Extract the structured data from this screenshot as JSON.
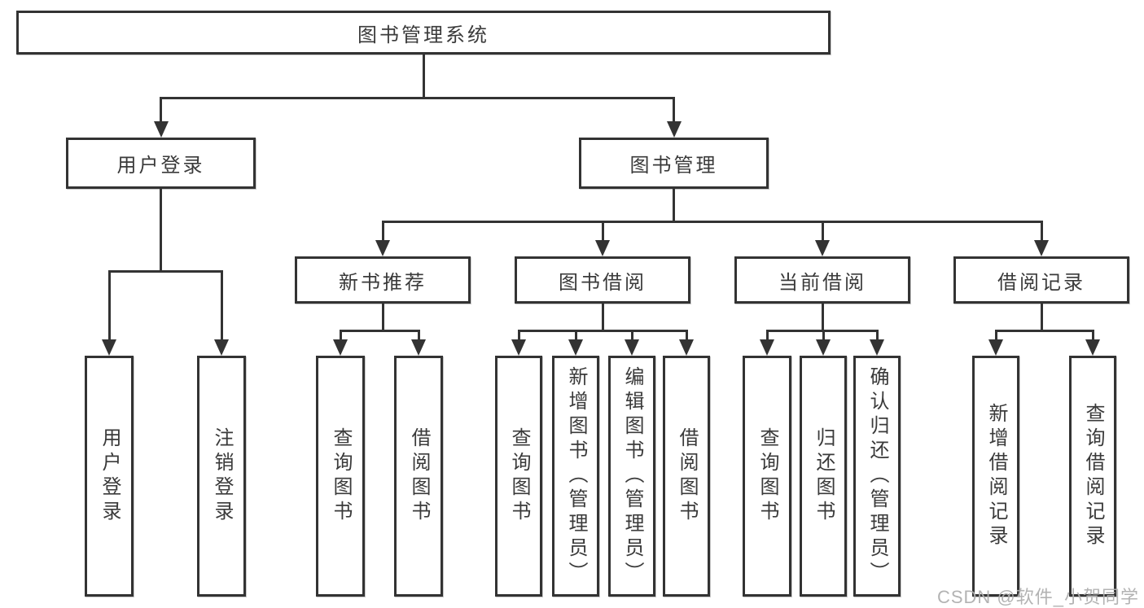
{
  "colors": {
    "line": "#333333",
    "text": "#3a3a3a",
    "background": "#ffffff",
    "watermark": "#afafaf"
  },
  "tree": {
    "label": "图书管理系统",
    "children": [
      {
        "label": "用户登录",
        "children": [
          {
            "label": "用户登录"
          },
          {
            "label": "注销登录"
          }
        ]
      },
      {
        "label": "图书管理",
        "children": [
          {
            "label": "新书推荐",
            "children": [
              {
                "label": "查询图书"
              },
              {
                "label": "借阅图书"
              }
            ]
          },
          {
            "label": "图书借阅",
            "children": [
              {
                "label": "查询图书"
              },
              {
                "label": "新增图书（管理员）"
              },
              {
                "label": "编辑图书（管理员）"
              },
              {
                "label": "借阅图书"
              }
            ]
          },
          {
            "label": "当前借阅",
            "children": [
              {
                "label": "查询图书"
              },
              {
                "label": "归还图书"
              },
              {
                "label": "确认归还（管理员）"
              }
            ]
          },
          {
            "label": "借阅记录",
            "children": [
              {
                "label": "新增借阅记录"
              },
              {
                "label": "查询借阅记录"
              }
            ]
          }
        ]
      }
    ]
  },
  "watermark": "CSDN @软件_小贺同学"
}
